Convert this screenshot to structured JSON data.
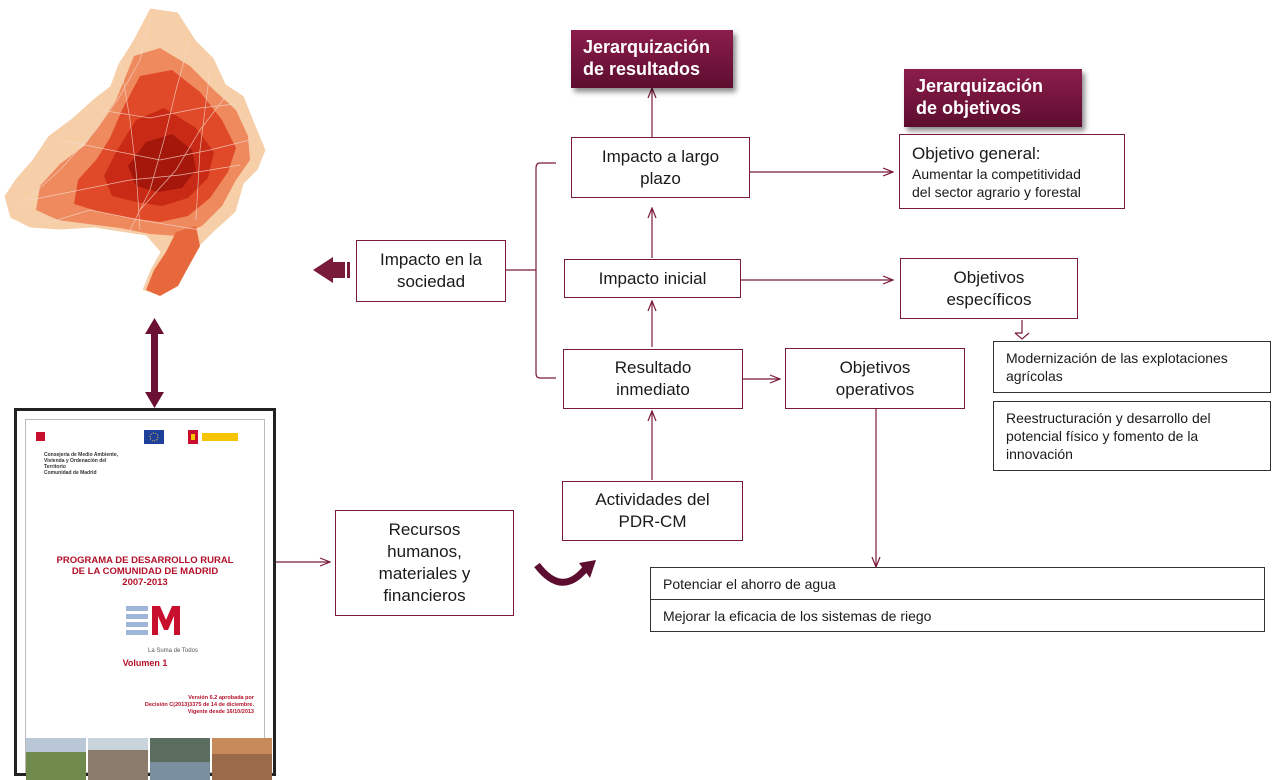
{
  "colors": {
    "accent": "#7a1a3a",
    "banner_top": "#8c1d4c",
    "banner_bottom": "#5d0d2f"
  },
  "banners": {
    "resultados": [
      "Jerarquización",
      "de resultados"
    ],
    "objetivos": [
      "Jerarquización",
      "de objetivos"
    ]
  },
  "boxes": {
    "impacto_sociedad": [
      "Impacto en la",
      "sociedad"
    ],
    "impacto_largo": [
      "Impacto a largo",
      "plazo"
    ],
    "impacto_inicial": "Impacto inicial",
    "resultado_inmediato": [
      "Resultado",
      "inmediato"
    ],
    "actividades": [
      "Actividades del",
      "PDR-CM"
    ],
    "recursos": [
      "Recursos",
      "humanos,",
      "materiales y",
      "financieros"
    ],
    "objetivo_general_title": "Objetivo general:",
    "objetivo_general_text": [
      "Aumentar la competitividad",
      "del sector agrario y forestal"
    ],
    "objetivos_especificos": [
      "Objetivos",
      "específicos"
    ],
    "objetivos_operativos": [
      "Objetivos",
      "operativos"
    ],
    "especifico_1": [
      "Modernización de las explotaciones",
      "agrícolas"
    ],
    "especifico_2": [
      "Reestructuración y desarrollo del",
      "potencial físico y fomento de la",
      "innovación"
    ],
    "operativo_1": "Potenciar el ahorro de agua",
    "operativo_2": "Mejorar la eficacia de los sistemas de riego"
  },
  "document": {
    "org": [
      "Consejería de Medio Ambiente,",
      "Vivienda y Ordenación del",
      "Territorio",
      "Comunidad de Madrid"
    ],
    "title": [
      "PROGRAMA DE DESARROLLO RURAL",
      "DE LA COMUNIDAD DE MADRID",
      "2007-2013"
    ],
    "em_tagline": "La Suma de Todos",
    "volume": "Volumen 1",
    "version": [
      "Versión 6.2 aprobada por",
      "Decisión C(2013)3375 de 14 de diciembre.",
      "Vigente desde 16/10/2013"
    ]
  }
}
